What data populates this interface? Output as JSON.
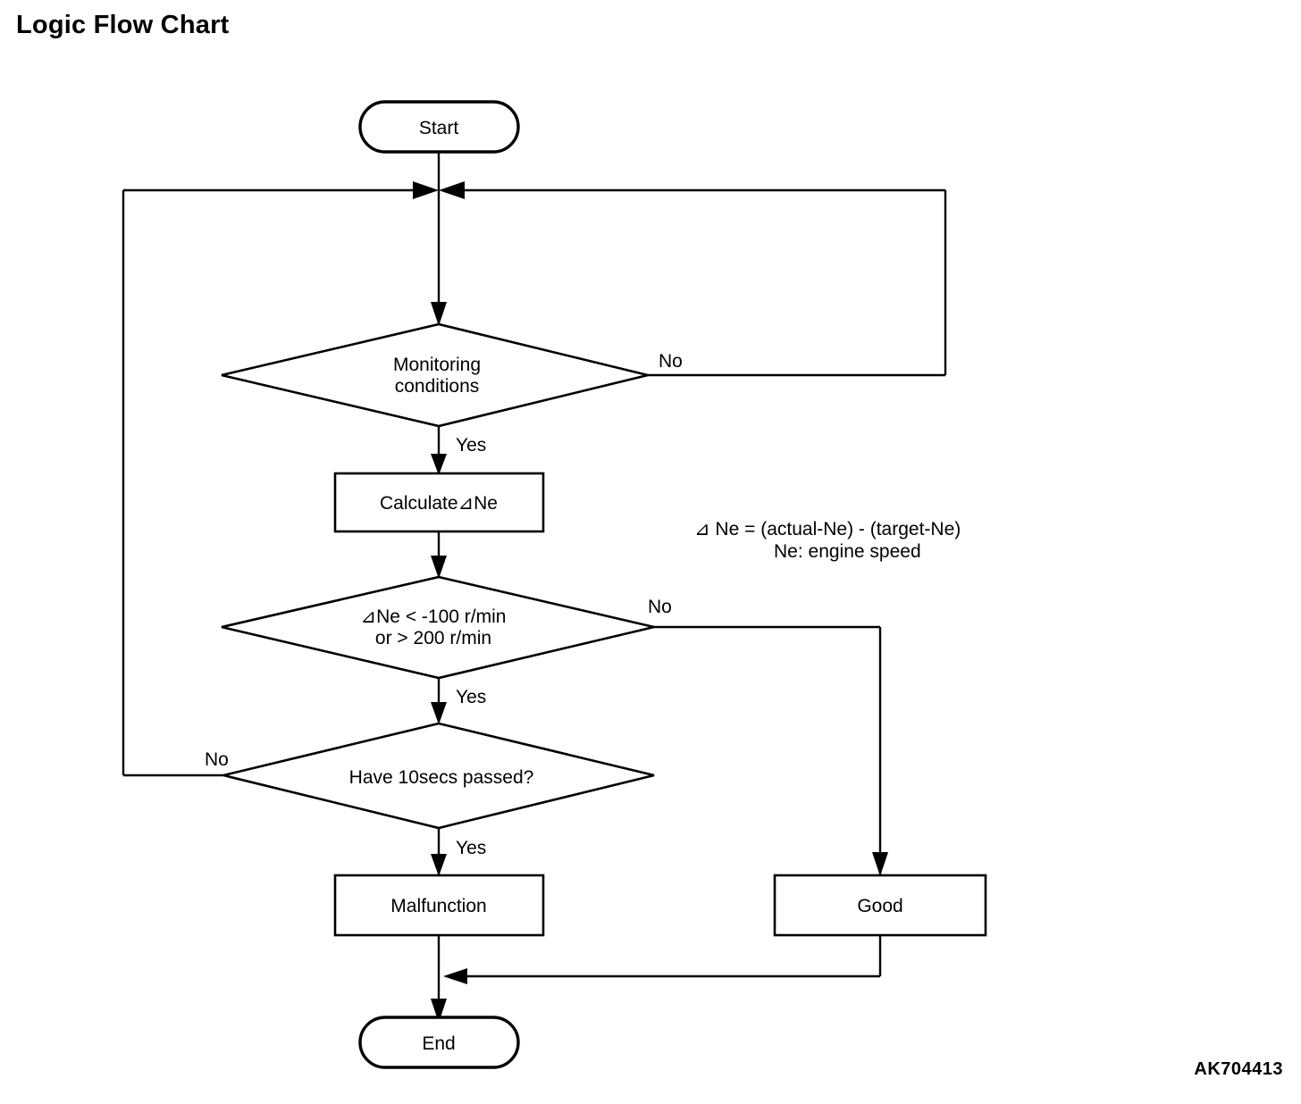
{
  "page": {
    "title": "Logic Flow Chart",
    "figure_code": "AK704413",
    "background_color": "#ffffff",
    "line_color": "#000000"
  },
  "note": {
    "line1": "⊿ Ne = (actual-Ne) - (target-Ne)",
    "line2": "Ne:  engine speed"
  },
  "nodes": {
    "start": {
      "label": "Start",
      "shape": "terminator"
    },
    "monitoring": {
      "label_line1": "Monitoring",
      "label_line2": "conditions",
      "shape": "decision"
    },
    "calculate": {
      "label": "Calculate⊿Ne",
      "shape": "process"
    },
    "threshold": {
      "label_line1": "⊿Ne < -100 r/min",
      "label_line2": "or > 200 r/min",
      "shape": "decision"
    },
    "timer": {
      "label": "Have 10secs passed?",
      "shape": "decision"
    },
    "malfunction": {
      "label": "Malfunction",
      "shape": "process"
    },
    "good": {
      "label": "Good",
      "shape": "process"
    },
    "end": {
      "label": "End",
      "shape": "terminator"
    }
  },
  "edge_labels": {
    "monitoring_no": "No",
    "monitoring_yes": "Yes",
    "threshold_no": "No",
    "threshold_yes": "Yes",
    "timer_no": "No",
    "timer_yes": "Yes"
  },
  "chart_data": {
    "type": "flowchart",
    "title": "Logic Flow Chart",
    "figure_code": "AK704413",
    "nodes": [
      {
        "id": "start",
        "type": "terminator",
        "text": "Start"
      },
      {
        "id": "monitoring",
        "type": "decision",
        "text": "Monitoring conditions"
      },
      {
        "id": "calculate",
        "type": "process",
        "text": "Calculate⊿Ne"
      },
      {
        "id": "threshold",
        "type": "decision",
        "text": "⊿Ne < -100 r/min or > 200 r/min"
      },
      {
        "id": "timer",
        "type": "decision",
        "text": "Have 10secs passed?"
      },
      {
        "id": "malfunction",
        "type": "process",
        "text": "Malfunction"
      },
      {
        "id": "good",
        "type": "process",
        "text": "Good"
      },
      {
        "id": "end",
        "type": "terminator",
        "text": "End"
      }
    ],
    "edges": [
      {
        "from": "start",
        "to": "monitoring",
        "label": ""
      },
      {
        "from": "monitoring",
        "to": "calculate",
        "label": "Yes"
      },
      {
        "from": "monitoring",
        "to": "monitoring",
        "label": "No",
        "note": "loops back to junction above monitoring"
      },
      {
        "from": "calculate",
        "to": "threshold",
        "label": ""
      },
      {
        "from": "threshold",
        "to": "timer",
        "label": "Yes"
      },
      {
        "from": "threshold",
        "to": "good",
        "label": "No"
      },
      {
        "from": "timer",
        "to": "malfunction",
        "label": "Yes"
      },
      {
        "from": "timer",
        "to": "monitoring",
        "label": "No",
        "note": "loops back to junction above monitoring"
      },
      {
        "from": "malfunction",
        "to": "end",
        "label": ""
      },
      {
        "from": "good",
        "to": "end",
        "label": ""
      }
    ],
    "annotations": [
      "⊿ Ne = (actual-Ne) - (target-Ne)",
      "Ne:  engine speed"
    ]
  }
}
